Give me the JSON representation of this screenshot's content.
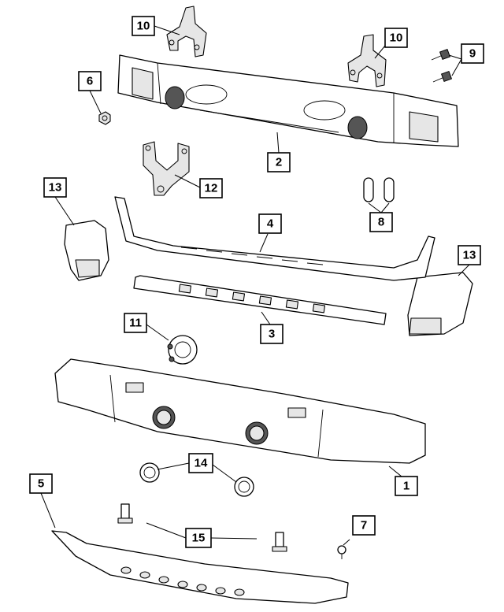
{
  "callouts": [
    {
      "label": "10"
    },
    {
      "label": "10"
    },
    {
      "label": "9"
    },
    {
      "label": "6"
    },
    {
      "label": "2"
    },
    {
      "label": "12"
    },
    {
      "label": "13"
    },
    {
      "label": "8"
    },
    {
      "label": "4"
    },
    {
      "label": "13"
    },
    {
      "label": "11"
    },
    {
      "label": "3"
    },
    {
      "label": "14"
    },
    {
      "label": "1"
    },
    {
      "label": "5"
    },
    {
      "label": "7"
    },
    {
      "label": "15"
    }
  ]
}
